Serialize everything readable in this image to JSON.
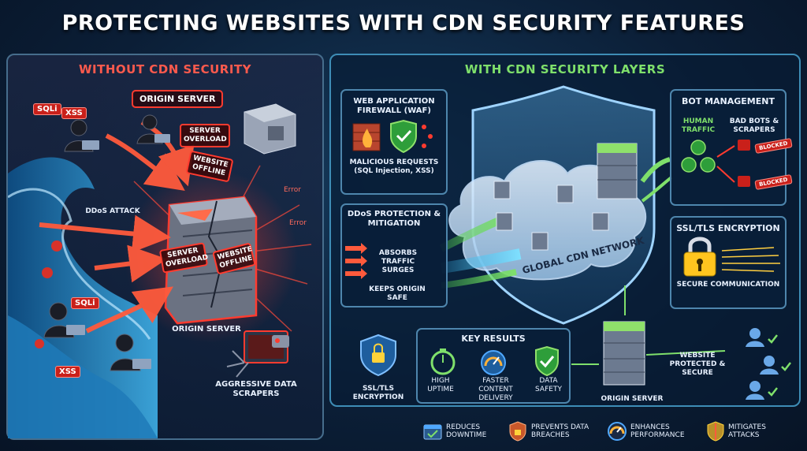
{
  "title": "PROTECTING WEBSITES WITH CDN SECURITY FEATURES",
  "left": {
    "heading": "WITHOUT CDN SECURITY",
    "origin_top": "ORIGIN SERVER",
    "origin_bottom": "ORIGIN SERVER",
    "tags": {
      "sqli_1": "SQLi",
      "xss_1": "XSS",
      "sqli_2": "SQLi",
      "xss_2": "XSS"
    },
    "server_overload_tag": "SERVER OVERLOAD",
    "website_offline_tag": "WEBSITE OFFLINE",
    "server_overload_body": "SERVER OVERLOAD",
    "website_offline_body": "WEBSITE OFFLINE",
    "ddos_attack": "DDoS ATTACK",
    "error_1": "Error",
    "error_2": "Error",
    "scrapers": "AGGRESSIVE DATA SCRAPERS"
  },
  "right": {
    "heading": "WITH CDN SECURITY LAYERS",
    "waf": {
      "title": "WEB APPLICATION FIREWALL (WAF)",
      "caption": "MALICIOUS REQUESTS (SQL Injection, XSS)"
    },
    "ddos": {
      "title": "DDoS PROTECTION & MITIGATION",
      "absorbs": "ABSORBS TRAFFIC SURGES",
      "keeps": "KEEPS ORIGIN SAFE"
    },
    "cdn_network": "GLOBAL CDN NETWORK",
    "bot": {
      "title": "BOT MANAGEMENT",
      "human": "HUMAN TRAFFIC",
      "bad": "BAD BOTS & SCRAPERS",
      "blocked": "BLOCKED"
    },
    "ssl_box": {
      "title": "SSL/TLS ENCRYPTION",
      "caption": "SECURE COMMUNICATION"
    },
    "ssl_small": "SSL/TLS ENCRYPTION",
    "key_results": {
      "title": "KEY RESULTS",
      "items": [
        {
          "label": "HIGH UPTIME",
          "icon": "stopwatch-icon"
        },
        {
          "label": "FASTER CONTENT DELIVERY",
          "icon": "speedometer-icon"
        },
        {
          "label": "DATA SAFETY",
          "icon": "shield-check-icon"
        }
      ]
    },
    "origin_server": "ORIGIN SERVER",
    "protected": "WEBSITE PROTECTED & SECURE"
  },
  "bottom": [
    {
      "label": "REDUCES DOWNTIME",
      "icon": "calendar-check-icon"
    },
    {
      "label": "PREVENTS DATA BREACHES",
      "icon": "shield-lock-icon"
    },
    {
      "label": "ENHANCES PERFORMANCE",
      "icon": "gauge-icon"
    },
    {
      "label": "MITIGATES ATTACKS",
      "icon": "shield-icon"
    }
  ],
  "colors": {
    "danger": "#ff3b2f",
    "safe": "#7fe06b",
    "accent": "#3e8db6",
    "wave": "#2c8fc8"
  }
}
